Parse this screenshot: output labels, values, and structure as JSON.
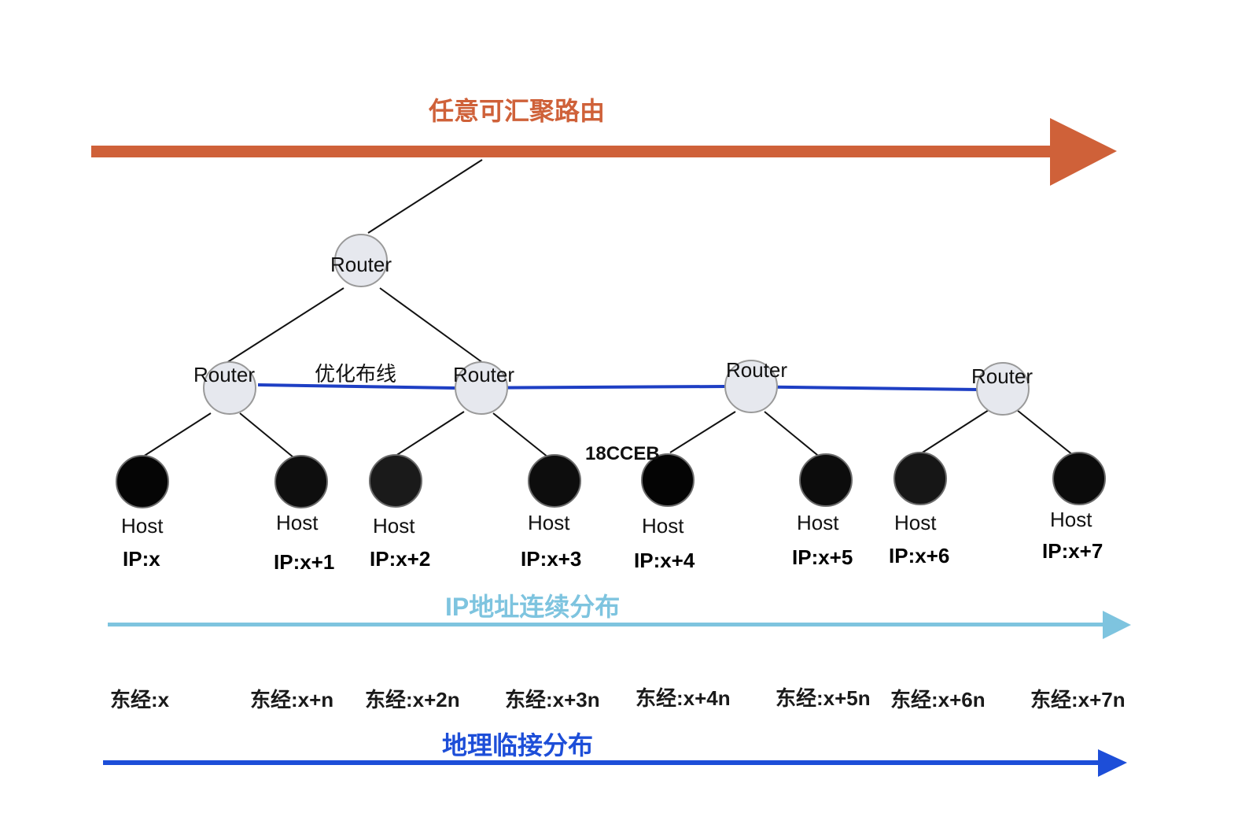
{
  "arrows": {
    "top": {
      "label": "任意可汇聚路由",
      "color": "#cf6139"
    },
    "ip": {
      "label": "IP地址连续分布",
      "color": "#7ec4df"
    },
    "geo": {
      "label": "地理临接分布",
      "color": "#1d4ed8"
    }
  },
  "routers": {
    "root": "Router",
    "r1": "Router",
    "r2": "Router",
    "r3": "Router",
    "r4": "Router"
  },
  "wire_label": "优化布线",
  "stray_label": "18CCEB",
  "hosts": [
    {
      "label": "Host",
      "ip": "IP:x",
      "geo": "东经:x"
    },
    {
      "label": "Host",
      "ip": "IP:x+1",
      "geo": "东经:x+n"
    },
    {
      "label": "Host",
      "ip": "IP:x+2",
      "geo": "东经:x+2n"
    },
    {
      "label": "Host",
      "ip": "IP:x+3",
      "geo": "东经:x+3n"
    },
    {
      "label": "Host",
      "ip": "IP:x+4",
      "geo": "东经:x+4n"
    },
    {
      "label": "Host",
      "ip": "IP:x+5",
      "geo": "东经:x+5n"
    },
    {
      "label": "Host",
      "ip": "IP:x+6",
      "geo": "东经:x+6n"
    },
    {
      "label": "Host",
      "ip": "IP:x+7",
      "geo": "东经:x+7n"
    }
  ],
  "colors": {
    "router_fill": "#e6e8ee",
    "router_stroke": "#9a9a9a",
    "host_fill": "#0d0d0d",
    "wire": "#1e3fc4",
    "link": "#111111"
  }
}
